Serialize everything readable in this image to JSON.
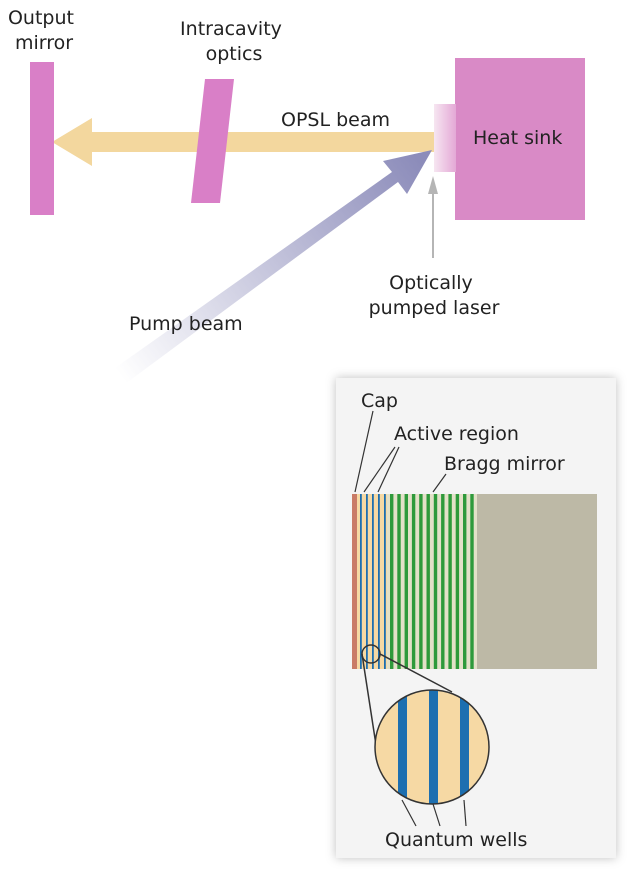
{
  "labels": {
    "output_mirror_line1": "Output",
    "output_mirror_line2": "mirror",
    "intracavity_line1": "Intracavity",
    "intracavity_line2": "optics",
    "opsl_beam": "OPSL beam",
    "heat_sink": "Heat sink",
    "optically_pumped_line1": "Optically",
    "optically_pumped_line2": "pumped laser",
    "pump_beam": "Pump beam",
    "cap": "Cap",
    "active_region": "Active region",
    "bragg_mirror": "Bragg mirror",
    "quantum_wells": "Quantum wells"
  },
  "colors": {
    "mirror_pink": "#d97fc7",
    "heat_sink_pink": "#d98ac6",
    "opsl_beam": "#f3d79e",
    "pump_beam": "#9898c0",
    "cap": "#c97b67",
    "active_bg": "#f6d9a4",
    "quantum_well_blue": "#1d6fb0",
    "bragg_green": "#2e9a3b",
    "substrate_gray": "#bdb9a6",
    "panel_bg": "#f4f4f4"
  }
}
